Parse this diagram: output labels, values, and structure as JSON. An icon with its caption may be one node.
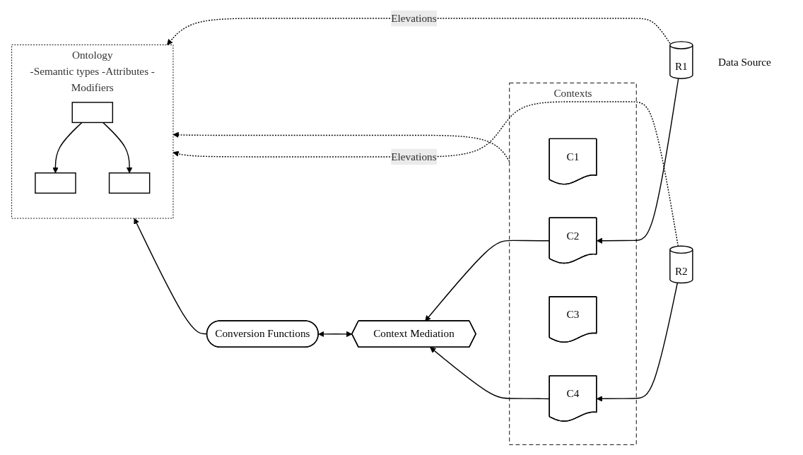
{
  "diagram": {
    "nodes": [
      {
        "text": [
          "Ontology",
          "-Semantic types -Attributes -Modifiers"
        ]
      },
      {
        "text": [],
        "shape": "box",
        "in": 0
      },
      {
        "text": [],
        "shape": "box",
        "in": 0
      },
      {
        "text": [],
        "shape": "box",
        "in": 0
      },
      {
        "text": [
          "R1"
        ],
        "beside": [
          "Data Source"
        ]
      },
      {
        "text": [
          "Contexts"
        ]
      },
      {
        "text": [
          "C1"
        ],
        "in": 5
      },
      {
        "text": [
          "C2"
        ],
        "in": 5
      },
      {
        "text": [
          "C3"
        ],
        "in": 5
      },
      {
        "text": [
          "C4"
        ],
        "in": 5
      },
      {
        "text": [
          "Context Mediation"
        ]
      },
      {
        "text": [
          "R2"
        ]
      },
      {
        "text": [
          "Conversion Functions"
        ]
      }
    ],
    "edges": [
      {
        "from": 1,
        "to": 2,
        "arrow": "to"
      },
      {
        "from": 1,
        "to": 3,
        "arrow": "to"
      },
      {
        "from": 4,
        "to": 0,
        "arrow": "to",
        "label": "Elevations",
        "style": "dashed"
      },
      {
        "from": 5,
        "to": 0,
        "arrow": "to",
        "style": "dashed"
      },
      {
        "from": 11,
        "to": 0,
        "arrow": "to",
        "label": "Elevations",
        "style": "dashed"
      },
      {
        "from": 4,
        "to": 7,
        "arrow": "to"
      },
      {
        "from": 7,
        "to": 10,
        "arrow": "to"
      },
      {
        "from": 9,
        "to": 10,
        "arrow": "to"
      },
      {
        "from": 11,
        "to": 9,
        "arrow": "to"
      },
      {
        "from": 10,
        "to": 12,
        "arrow": "both"
      },
      {
        "from": 12,
        "to": 0,
        "arrow": "to"
      }
    ]
  }
}
